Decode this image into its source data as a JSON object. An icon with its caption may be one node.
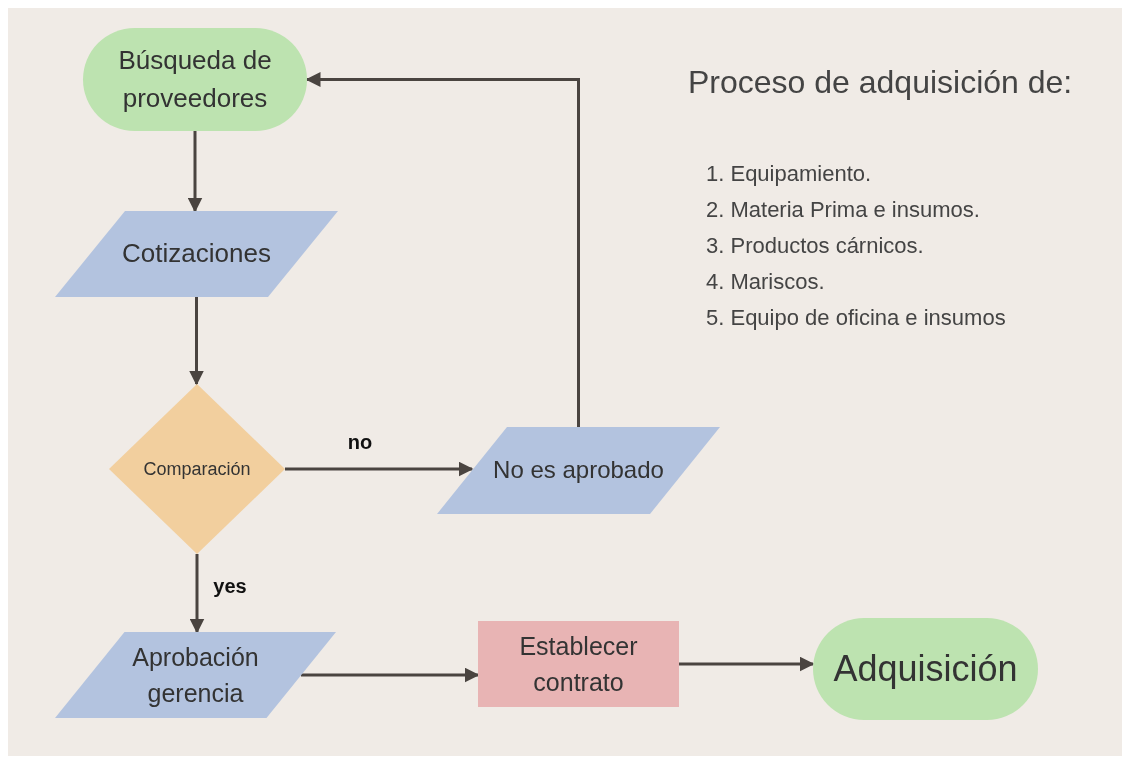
{
  "diagram": {
    "title": "Proceso de adquisición de:",
    "nodes": [
      {
        "text": [
          "Búsqueda de proveedores"
        ]
      },
      {
        "text": [
          "Cotizaciones"
        ]
      },
      {
        "text": [
          "Comparación"
        ]
      },
      {
        "text": [
          "No es aprobado"
        ]
      },
      {
        "text": [
          "Aprobación gerencia"
        ]
      },
      {
        "text": [
          "Establecer contrato"
        ]
      },
      {
        "text": [
          "Adquisición"
        ]
      }
    ],
    "edges": [
      {
        "from": 0,
        "to": 1,
        "arrow": "to"
      },
      {
        "from": 1,
        "to": 2,
        "arrow": "to"
      },
      {
        "from": 2,
        "to": 3,
        "arrow": "to",
        "label": "no"
      },
      {
        "from": 3,
        "to": 0,
        "arrow": "to"
      },
      {
        "from": 2,
        "to": 4,
        "arrow": "to",
        "label": "yes"
      },
      {
        "from": 4,
        "to": 5,
        "arrow": "to"
      },
      {
        "from": 5,
        "to": 6,
        "arrow": "to"
      }
    ],
    "labels": [
      "1. Equipamiento.",
      "2. Materia Prima e insumos.",
      "3. Productos cárnicos.",
      "4. Mariscos.",
      "5. Equipo de oficina e insumos"
    ]
  }
}
